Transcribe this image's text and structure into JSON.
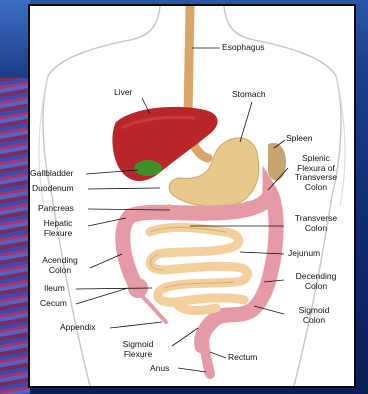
{
  "labels": {
    "esophagus": "Esophagus",
    "liver": "Liver",
    "stomach": "Stomach",
    "spleen": "Spleen",
    "splenic_1": "Splenic",
    "splenic_2": "Flexura of",
    "splenic_3": "Transverse",
    "splenic_4": "Colon",
    "gallbladder": "Gallbladder",
    "duodenum": "Duodenum",
    "pancreas": "Pancreas",
    "hepatic_1": "Hepatic",
    "hepatic_2": "Flexure",
    "transverse_1": "Transverse",
    "transverse_2": "Colon",
    "jejunum": "Jejunum",
    "acending_1": "Acending",
    "acending_2": "Colon",
    "decending_1": "Decending",
    "decending_2": "Colon",
    "ileum": "Ileum",
    "cecum": "Cecum",
    "sigmoid_colon_1": "Sigmoid",
    "sigmoid_colon_2": "Colon",
    "appendix": "Appendix",
    "sigmoid_flexure_1": "Sigmoid",
    "sigmoid_flexure_2": "Flexure",
    "rectum": "Rectum",
    "anus": "Anus"
  },
  "colors": {
    "liver": "#b8262a",
    "stomach": "#e8c98c",
    "esophagus": "#d9a66a",
    "gallbladder": "#3f8f2a",
    "pancreas": "#e4d84a",
    "colon": "#e59aa6",
    "small_intestine": "#f2cf9c",
    "body_outline": "#c8c8c8"
  }
}
